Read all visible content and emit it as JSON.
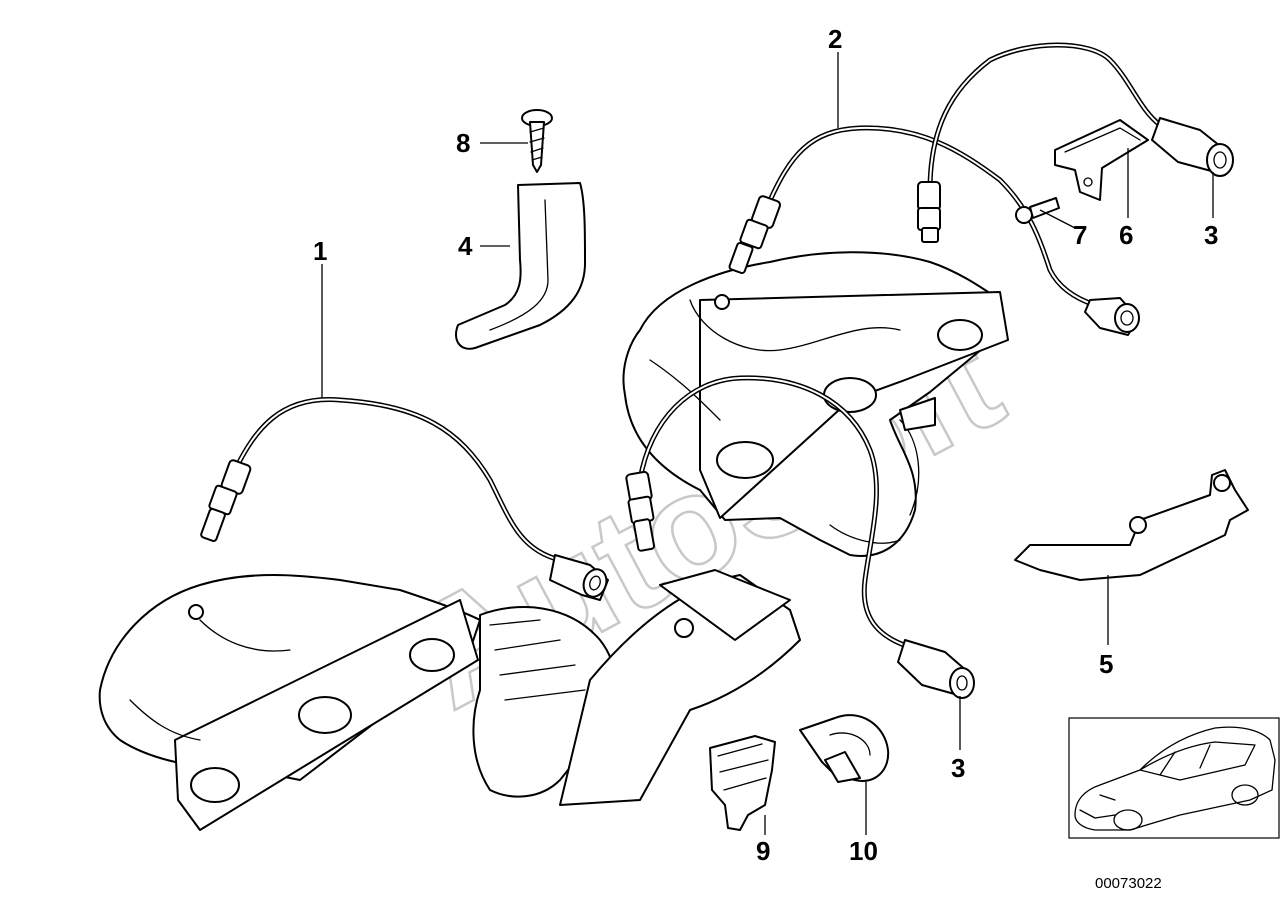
{
  "callouts": {
    "c1": "1",
    "c2": "2",
    "c3a": "3",
    "c3b": "3",
    "c4": "4",
    "c5": "5",
    "c6": "6",
    "c7": "7",
    "c8": "8",
    "c9": "9",
    "c10": "10"
  },
  "reference_number": "00073022",
  "watermark": "AutoSoft"
}
